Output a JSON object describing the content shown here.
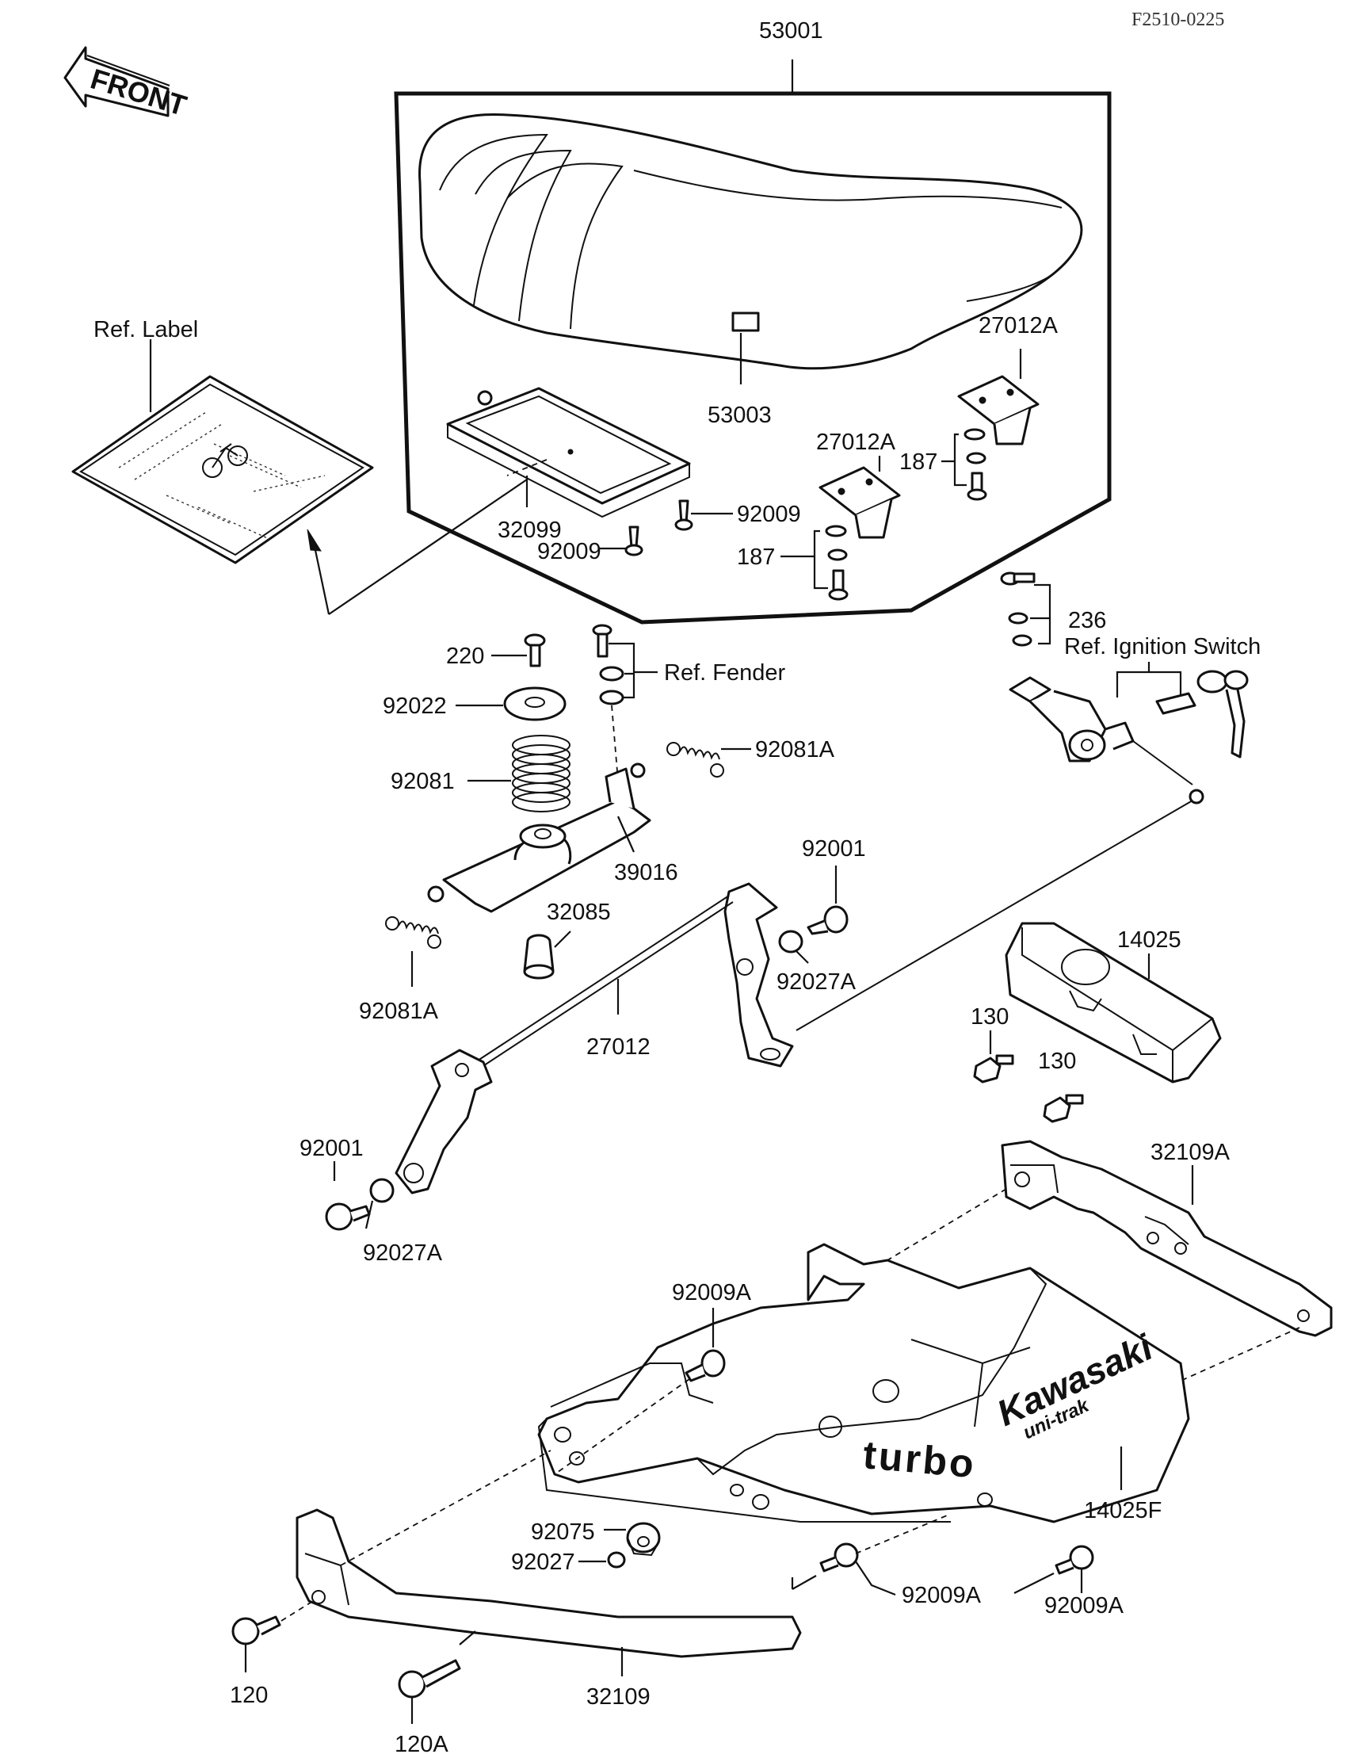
{
  "doc_code": "F2510-0225",
  "front_arrow": {
    "label": "FRONT",
    "icon": "front-direction-arrow-icon"
  },
  "refs": {
    "label": "Ref. Label",
    "fender": "Ref. Fender",
    "ignition": "Ref. Ignition Switch"
  },
  "logo": {
    "brand": "Kawasaki",
    "sub": "uni-trak",
    "model": "turbo"
  },
  "parts": {
    "p53001": "53001",
    "p53003": "53003",
    "p27012A_a": "27012A",
    "p27012A_b": "27012A",
    "p187_a": "187",
    "p187_b": "187",
    "p32099": "32099",
    "p92009_a": "92009",
    "p92009_b": "92009",
    "p236": "236",
    "p220": "220",
    "p92022": "92022",
    "p92081": "92081",
    "p92081A_a": "92081A",
    "p92081A_b": "92081A",
    "p39016": "39016",
    "p92001_a": "92001",
    "p92001_b": "92001",
    "p32085": "32085",
    "p92027A_a": "92027A",
    "p92027A_b": "92027A",
    "p27012": "27012",
    "p14025": "14025",
    "p130_a": "130",
    "p130_b": "130",
    "p32109A": "32109A",
    "p92009A_a": "92009A",
    "p92009A_b": "92009A",
    "p92009A_c": "92009A",
    "p14025F": "14025F",
    "p92075": "92075",
    "p92027": "92027",
    "p120": "120",
    "p120A": "120A",
    "p32109": "32109"
  }
}
